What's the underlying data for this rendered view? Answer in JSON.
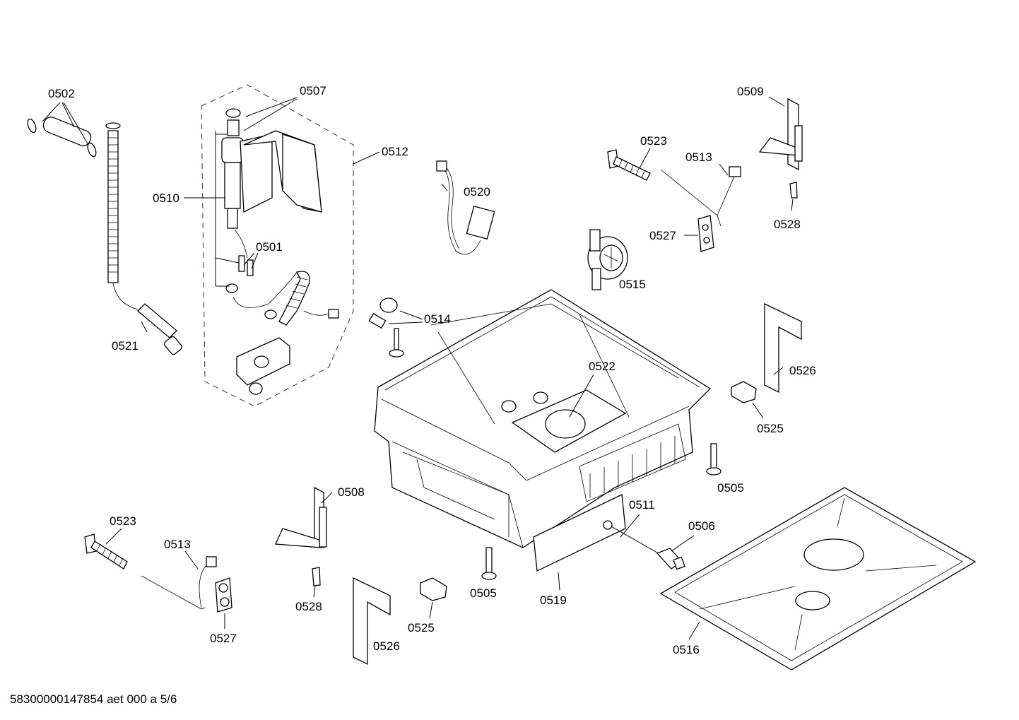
{
  "labels": {
    "l0502": "0502",
    "l0507": "0507",
    "l0512": "0512",
    "l0510": "0510",
    "l0501": "0501",
    "l0521": "0521",
    "l0520": "0520",
    "l0514": "0514",
    "l0523a": "0523",
    "l0513a": "0513",
    "l0509": "0509",
    "l0528a": "0528",
    "l0527a": "0527",
    "l0515": "0515",
    "l0522": "0522",
    "l0526a": "0526",
    "l0525a": "0525",
    "l0505a": "0505",
    "l0508": "0508",
    "l0511": "0511",
    "l0506": "0506",
    "l0523b": "0523",
    "l0513b": "0513",
    "l0527b": "0527",
    "l0528b": "0528",
    "l0526b": "0526",
    "l0525b": "0525",
    "l0505b": "0505",
    "l0519": "0519",
    "l0516": "0516"
  },
  "footer": "58300000147854 aet 000 a 5/6"
}
